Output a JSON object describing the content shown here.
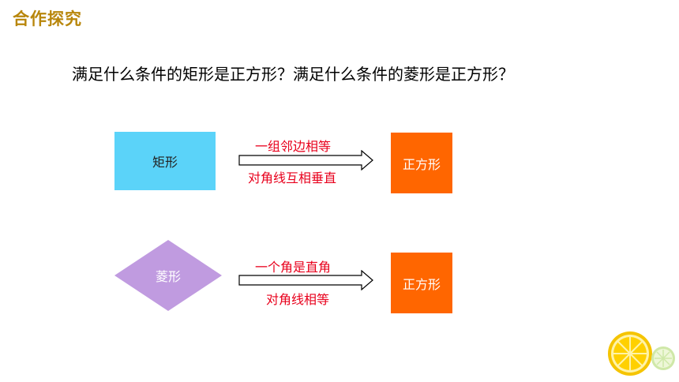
{
  "title": "合作探究",
  "question": "满足什么条件的矩形是正方形？满足什么条件的菱形是正方形？",
  "row1": {
    "source": "矩形",
    "condition_top": "一组邻边相等",
    "condition_bottom": "对角线互相垂直",
    "target": "正方形"
  },
  "row2": {
    "source": "菱形",
    "condition_top": "一个角是直角",
    "condition_bottom": "对角线相等",
    "target": "正方形"
  },
  "colors": {
    "title": "#b8860b",
    "rectangle_box": "#5bd3f9",
    "rhombus_shape": "#c09be0",
    "square_box": "#ff6600",
    "condition_text": "#e8001c"
  },
  "decorations": [
    "lemon-slice-icon"
  ]
}
